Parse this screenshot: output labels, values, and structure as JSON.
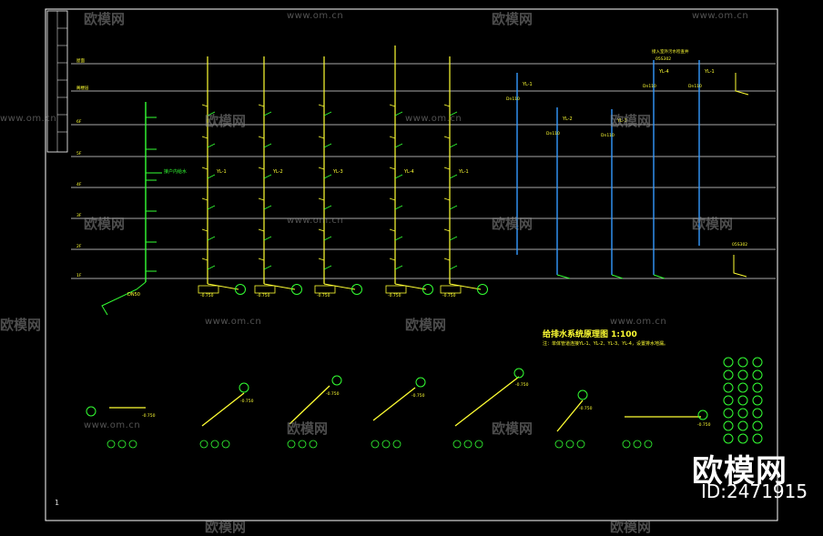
{
  "drawing": {
    "title": "给排水系统原理图",
    "scale": "1:100",
    "note": "注：单体管道连接YL-1、YL-2、YL-3、YL-4，设置排水地漏。",
    "sheet_number": "1",
    "ground_elevation": "-0.750",
    "household_label": "接户内给水",
    "pipe_size_main": "DN50",
    "pipe_size_branch": "Dn110",
    "stack_labels": [
      "YL-1",
      "YL-2",
      "YL-3",
      "YL-4"
    ],
    "floor_labels": [
      "屋面",
      "阁楼层",
      "6F",
      "5F",
      "4F",
      "3F",
      "2F",
      "1F"
    ],
    "side_note_1": "接入室外污水检查井",
    "side_note_2": "05S302"
  },
  "watermark": {
    "site": "www.om.cn",
    "brand": "欧模网",
    "big_brand": "欧模网",
    "id_text": "ID:2471915"
  },
  "colors": {
    "background": "#000000",
    "frame": "#ffffff",
    "floor_lines": "#e0e0e0",
    "supply": "#33ff33",
    "drain": "#ffff33",
    "rain": "#3399ff",
    "annotation": "#ffff33"
  }
}
